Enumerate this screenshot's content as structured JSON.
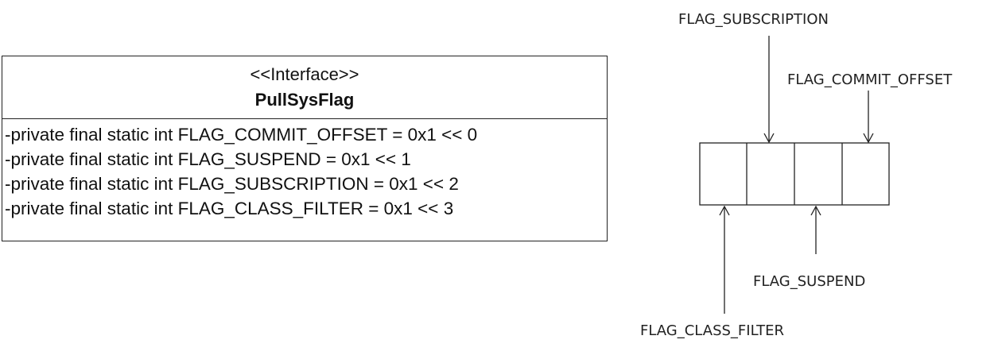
{
  "interface_box": {
    "stereotype": "<<Interface>>",
    "name": "PullSysFlag",
    "fields": [
      "-private final static int FLAG_COMMIT_OFFSET = 0x1 << 0",
      "-private final static int FLAG_SUSPEND = 0x1 << 1",
      "-private final static int FLAG_SUBSCRIPTION = 0x1 << 2",
      "-private final static int FLAG_CLASS_FILTER = 0x1 << 3"
    ]
  },
  "bit_diagram": {
    "labels": {
      "subscription": "FLAG_SUBSCRIPTION",
      "commit_offset": "FLAG_COMMIT_OFFSET",
      "suspend": "FLAG_SUSPEND",
      "class_filter": "FLAG_CLASS_FILTER"
    }
  }
}
